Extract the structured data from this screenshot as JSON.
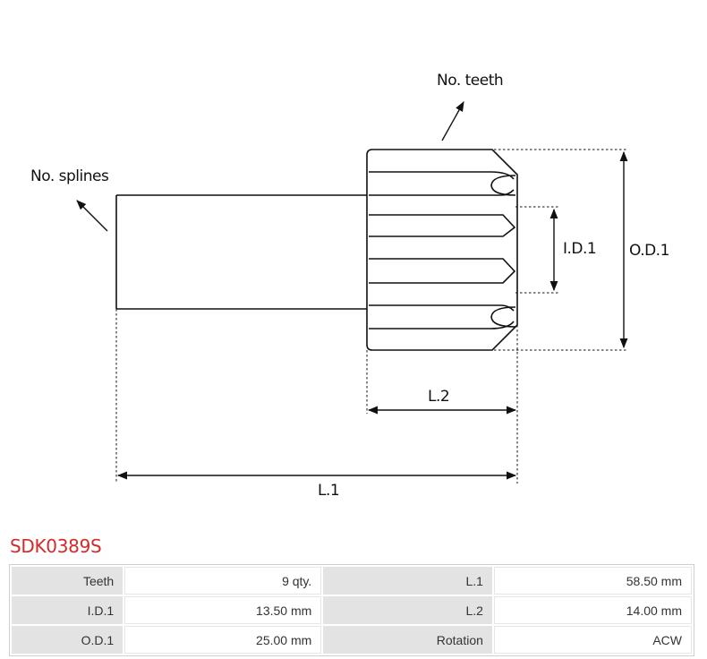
{
  "diagram": {
    "labels": {
      "teeth": "No. teeth",
      "splines": "No. splines",
      "id": "I.D.1",
      "od": "O.D.1",
      "l2": "L.2",
      "l1": "L.1"
    }
  },
  "product": {
    "code": "SDK0389S",
    "code_color": "#d42a2a"
  },
  "specs": [
    [
      {
        "label": "Teeth",
        "value": "9 qty."
      },
      {
        "label": "L.1",
        "value": "58.50 mm"
      }
    ],
    [
      {
        "label": "I.D.1",
        "value": "13.50 mm"
      },
      {
        "label": "L.2",
        "value": "14.00 mm"
      }
    ],
    [
      {
        "label": "O.D.1",
        "value": "25.00 mm"
      },
      {
        "label": "Rotation",
        "value": "ACW"
      }
    ]
  ]
}
